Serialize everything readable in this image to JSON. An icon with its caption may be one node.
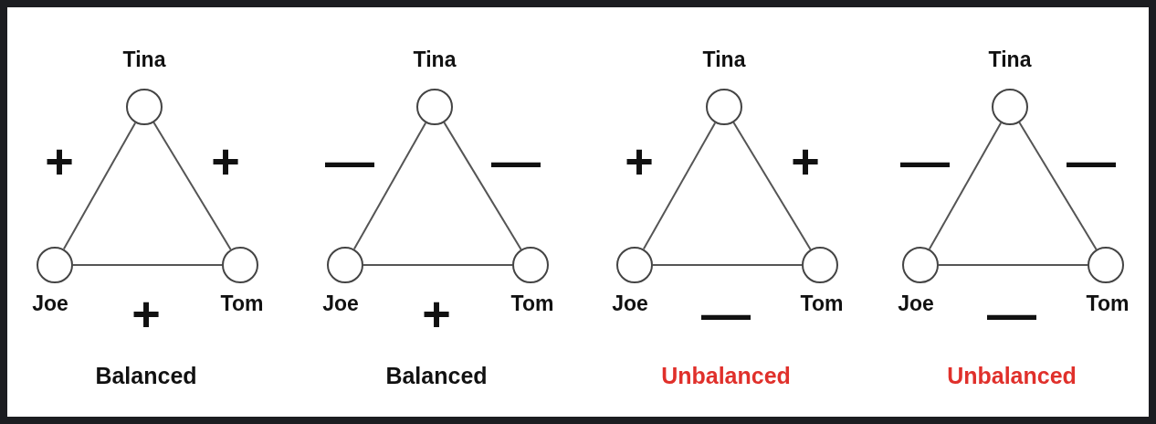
{
  "diagram": {
    "nodes": [
      {
        "text": [],
        "shape": "circle",
        "beside": [
          "Tina"
        ]
      },
      {
        "text": [],
        "shape": "circle",
        "beside": [
          "Joe"
        ]
      },
      {
        "text": [],
        "shape": "circle",
        "beside": [
          "Tom"
        ]
      },
      {
        "text": [],
        "shape": "circle",
        "beside": [
          "Tina"
        ]
      },
      {
        "text": [],
        "shape": "circle",
        "beside": [
          "Joe"
        ]
      },
      {
        "text": [],
        "shape": "circle",
        "beside": [
          "Tom"
        ]
      },
      {
        "text": [],
        "shape": "circle",
        "beside": [
          "Tina"
        ]
      },
      {
        "text": [],
        "shape": "circle",
        "beside": [
          "Joe"
        ]
      },
      {
        "text": [],
        "shape": "circle",
        "beside": [
          "Tom"
        ]
      },
      {
        "text": [],
        "shape": "circle",
        "beside": [
          "Tina"
        ]
      },
      {
        "text": [],
        "shape": "circle",
        "beside": [
          "Joe"
        ]
      },
      {
        "text": [],
        "shape": "circle",
        "beside": [
          "Tom"
        ]
      }
    ],
    "edges": [
      {
        "from": 1,
        "to": 0,
        "arrow": "none",
        "label": "+"
      },
      {
        "from": 0,
        "to": 2,
        "arrow": "none",
        "label": "+"
      },
      {
        "from": 1,
        "to": 2,
        "arrow": "none",
        "label": "+"
      },
      {
        "from": 4,
        "to": 3,
        "arrow": "none",
        "label": "—"
      },
      {
        "from": 3,
        "to": 5,
        "arrow": "none",
        "label": "—"
      },
      {
        "from": 4,
        "to": 5,
        "arrow": "none",
        "label": "+"
      },
      {
        "from": 7,
        "to": 6,
        "arrow": "none",
        "label": "+"
      },
      {
        "from": 6,
        "to": 8,
        "arrow": "none",
        "label": "+"
      },
      {
        "from": 7,
        "to": 8,
        "arrow": "none",
        "label": "—"
      },
      {
        "from": 10,
        "to": 9,
        "arrow": "none",
        "label": "—"
      },
      {
        "from": 9,
        "to": 11,
        "arrow": "none",
        "label": "—"
      },
      {
        "from": 10,
        "to": 11,
        "arrow": "none",
        "label": "—"
      }
    ],
    "labels": [
      "Balanced",
      "Balanced",
      "Unbalanced",
      "Unbalanced"
    ]
  }
}
